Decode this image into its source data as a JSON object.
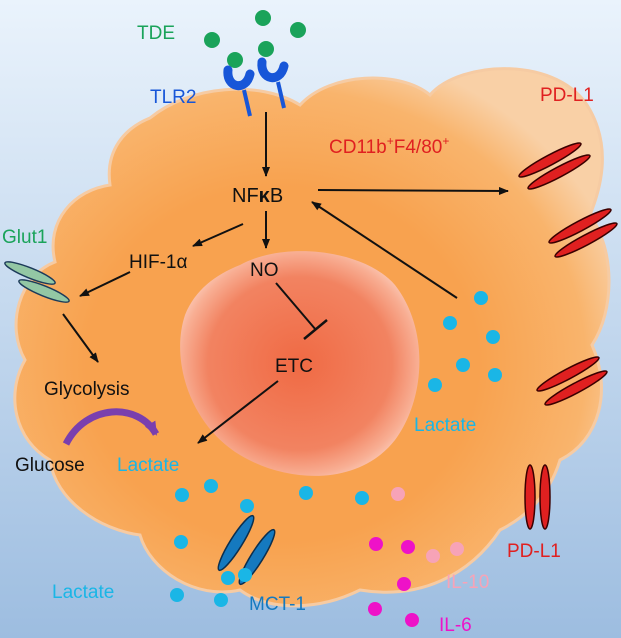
{
  "colors": {
    "background_top": "#e9f2fb",
    "background_bottom": "#9fbfe2",
    "cell_fill": "#f8a24f",
    "cell_edge": "#f7d2ad",
    "nucleus_fill": "#f07a55",
    "nucleus_glow": "#fbb9a5",
    "green": "#1aa35a",
    "blue_receptor": "#1756d8",
    "red": "#e02020",
    "cyan": "#1ab6e6",
    "teal_transporter": "#1579bf",
    "light_pink": "#f7a3b7",
    "magenta": "#ee12c8",
    "purple_arrow": "#7a3fae",
    "dark": "#111111"
  },
  "labels": {
    "tde": "TDE",
    "tlr2": "TLR2",
    "pdl1_top": "PD-L1",
    "cd11b_main": "CD11b",
    "cd11b_sup1": "+",
    "cd11b_mid": "F4/80",
    "cd11b_sup2": "+",
    "nfkb_nf": "NF",
    "nfkb_kappa": "κ",
    "nfkb_b": "B",
    "glut1": "Glut1",
    "hif1a": "HIF-1α",
    "no": "NO",
    "etc": "ETC",
    "glycolysis": "Glycolysis",
    "glucose": "Glucose",
    "lactate_inner": "Lactate",
    "lactate_right": "Lactate",
    "lactate_outside": "Lactate",
    "mct1": "MCT-1",
    "pdl1_bottom": "PD-L1",
    "il10": "IL-10",
    "il6": "IL-6"
  }
}
